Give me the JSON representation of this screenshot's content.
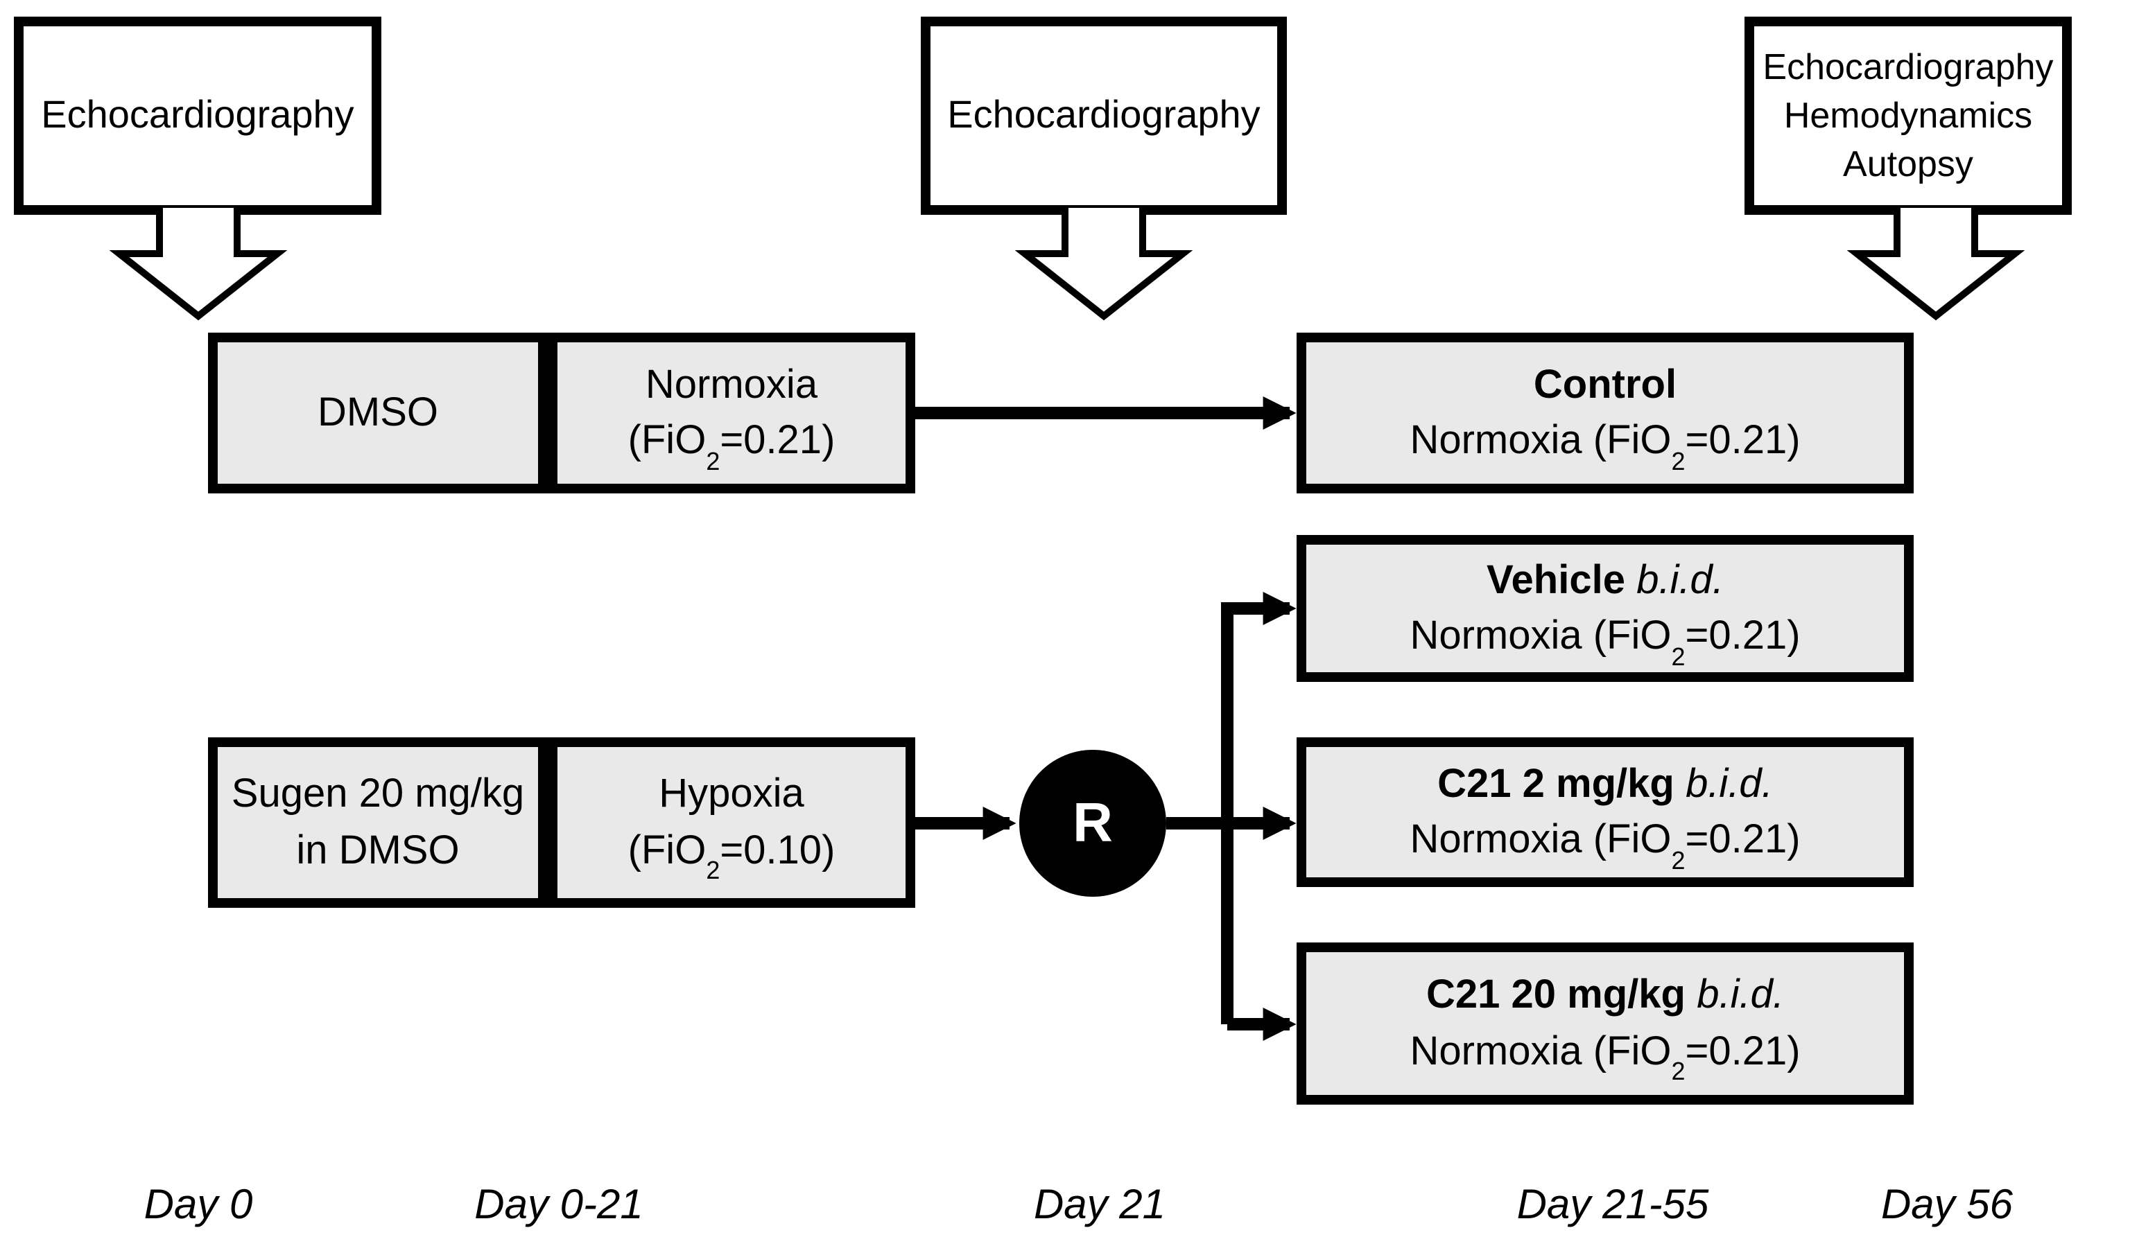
{
  "figure": {
    "colors": {
      "background": "#ffffff",
      "box_fill": "#e9e9e9",
      "outline": "#000000",
      "randomization_fill": "#000000",
      "randomization_text": "#ffffff"
    }
  },
  "callouts": {
    "c1": {
      "line1": "Echocardiography"
    },
    "c2": {
      "line1": "Echocardiography"
    },
    "c3": {
      "line1": "Echocardiography",
      "line2": "Hemodynamics",
      "line3": "Autopsy"
    }
  },
  "induction": {
    "dmso": {
      "label": "DMSO"
    },
    "normoxia": {
      "line1": "Normoxia",
      "fio2_prefix": "(FiO",
      "fio2_sub": "2",
      "fio2_suffix": "=0.21)"
    },
    "sugen": {
      "line1": "Sugen 20 mg/kg",
      "line2": "in DMSO"
    },
    "hypoxia": {
      "line1": "Hypoxia",
      "fio2_prefix": "(FiO",
      "fio2_sub": "2",
      "fio2_suffix": "=0.10)"
    }
  },
  "randomization": {
    "label": "R"
  },
  "groups": {
    "control": {
      "title": "Control",
      "cond_prefix": "Normoxia (FiO",
      "cond_sub": "2",
      "cond_suffix": "=0.21)"
    },
    "vehicle": {
      "title": "Vehicle",
      "dosing": "b.i.d.",
      "cond_prefix": "Normoxia (FiO",
      "cond_sub": "2",
      "cond_suffix": "=0.21)"
    },
    "c21_low": {
      "title": "C21 2 mg/kg",
      "dosing": "b.i.d.",
      "cond_prefix": "Normoxia (FiO",
      "cond_sub": "2",
      "cond_suffix": "=0.21)"
    },
    "c21_high": {
      "title": "C21 20 mg/kg",
      "dosing": "b.i.d.",
      "cond_prefix": "Normoxia (FiO",
      "cond_sub": "2",
      "cond_suffix": "=0.21)"
    }
  },
  "timeline": {
    "t1": "Day 0",
    "t2": "Day 0-21",
    "t3": "Day 21",
    "t4": "Day 21-55",
    "t5": "Day 56"
  }
}
